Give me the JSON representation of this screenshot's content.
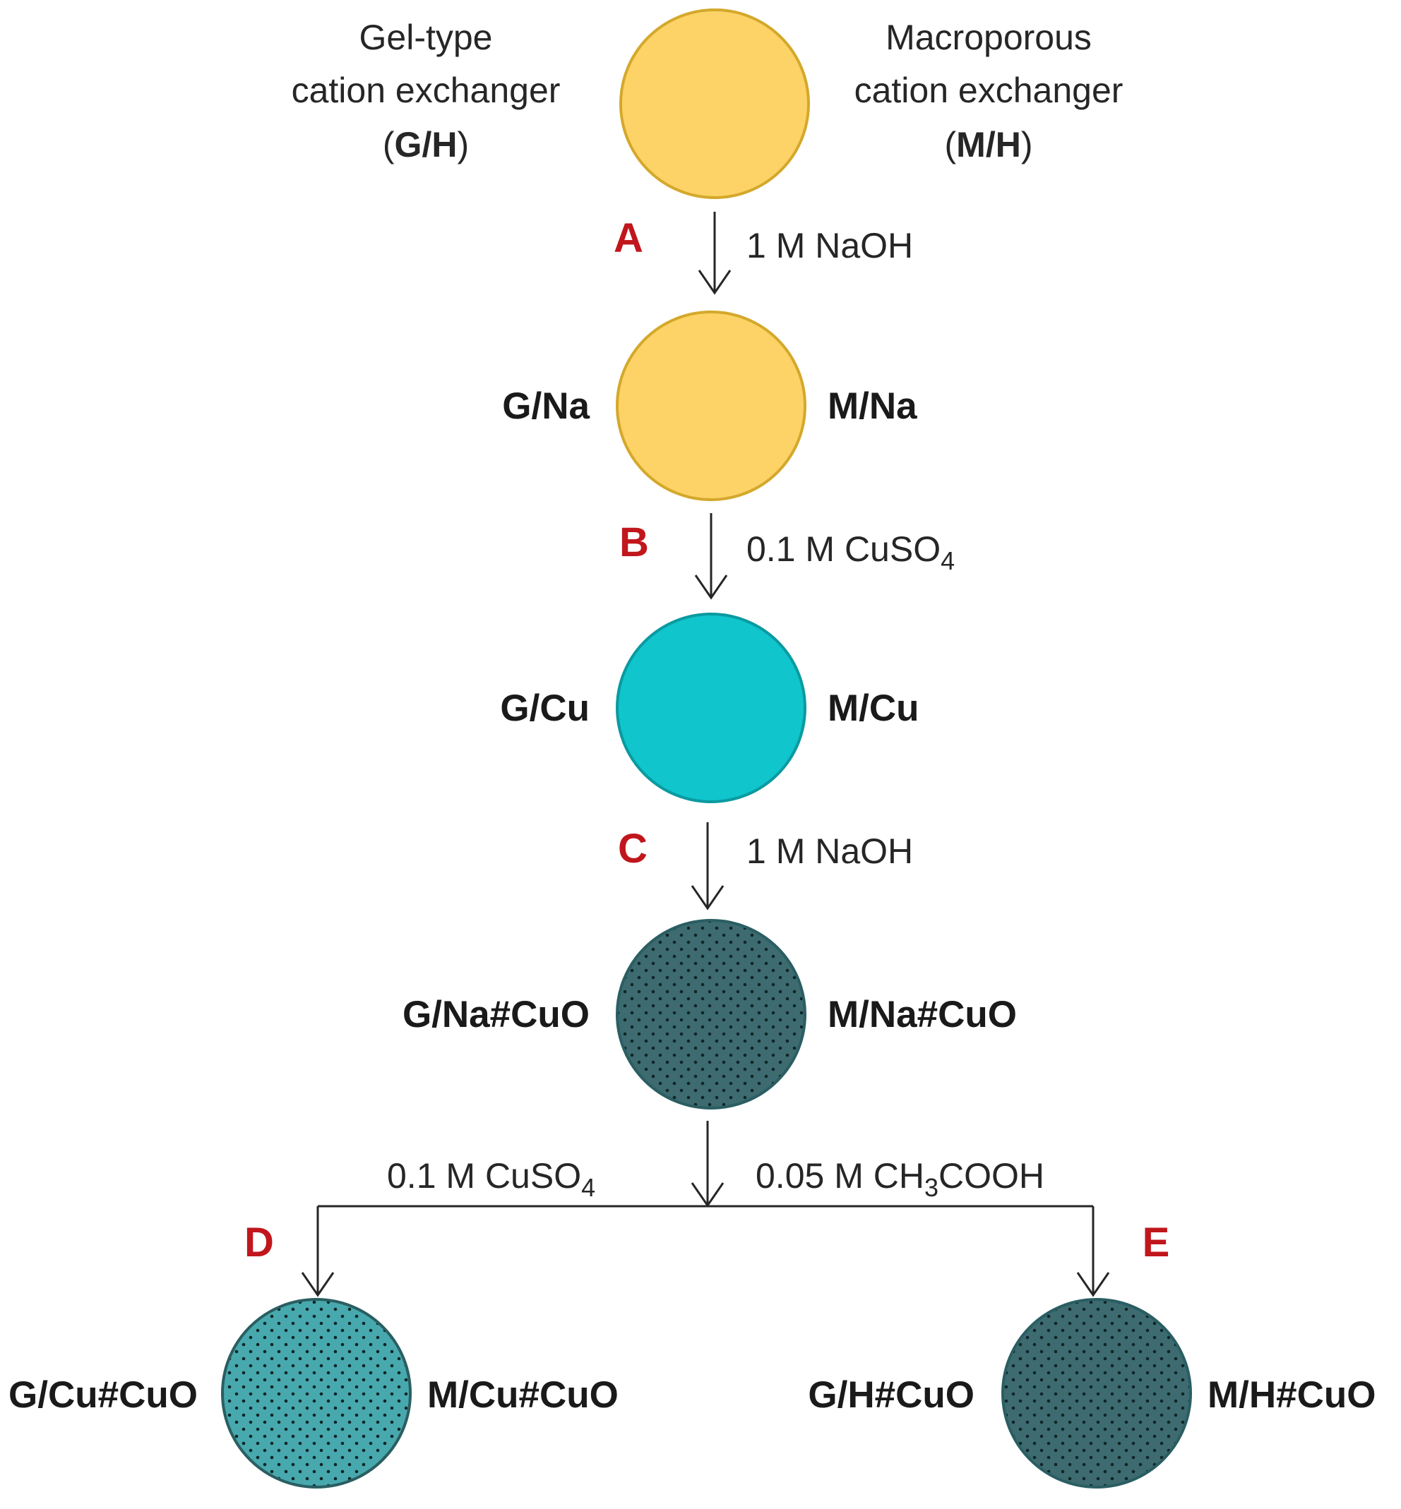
{
  "colors": {
    "bead_fill_yellow": "#fdd367",
    "bead_stroke_yellow": "#d4a82b",
    "bead_fill_cyan": "#10c5cc",
    "bead_stroke_cyan": "#0a9aa0",
    "bead_fill_dark_teal": "#3d6b70",
    "bead_fill_teal": "#47a9ad",
    "bead_stroke_teal": "#2a5e62",
    "dot_color": "#0f2426",
    "step_letter": "#c0161c",
    "line": "#262626"
  },
  "top": {
    "left_label_lines": [
      "Gel-type",
      "cation exchanger"
    ],
    "left_code": "G/H",
    "right_label_lines": [
      "Macroporous",
      "cation exchanger"
    ],
    "right_code": "M/H",
    "open_paren": "(",
    "close_paren": ")"
  },
  "steps": {
    "A": {
      "letter": "A",
      "reagent": "1 M NaOH"
    },
    "B": {
      "letter": "B",
      "reagent_main": "0.1 M CuSO",
      "reagent_sub": "4"
    },
    "C": {
      "letter": "C",
      "reagent": "1 M NaOH"
    },
    "D": {
      "letter": "D",
      "reagent_main": "0.1 M CuSO",
      "reagent_sub": "4"
    },
    "E": {
      "letter": "E",
      "reagent_pre": "0.05 M CH",
      "reagent_sub": "3",
      "reagent_post": "COOH"
    }
  },
  "beads": {
    "na": {
      "left": "G/Na",
      "right": "M/Na"
    },
    "cu": {
      "left": "G/Cu",
      "right": "M/Cu"
    },
    "na_cuo": {
      "left": "G/Na#CuO",
      "right": "M/Na#CuO"
    },
    "cu_cuo": {
      "left": "G/Cu#CuO",
      "right": "M/Cu#CuO"
    },
    "h_cuo": {
      "left": "G/H#CuO",
      "right": "M/H#CuO"
    }
  }
}
